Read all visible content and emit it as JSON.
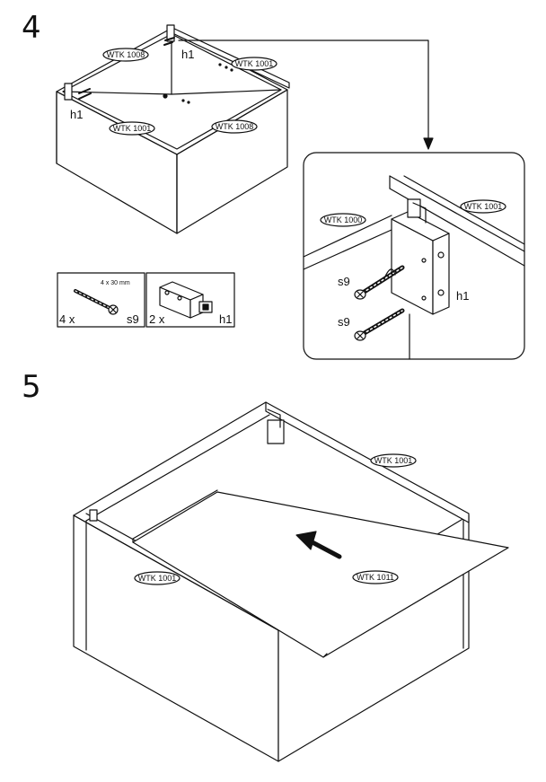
{
  "steps": [
    {
      "number": "4",
      "labels": {
        "wtk1008_back": "WTK 1008",
        "wtk1001_top": "WTK 1001",
        "wtk1001_front": "WTK 1001",
        "wtk1008_side": "WTK 1008",
        "h1_top": "h1",
        "h1_left": "h1"
      },
      "detail": {
        "wtk1000": "WTK 1000",
        "wtk1001": "WTK 1001",
        "s9_upper": "s9",
        "s9_lower": "s9",
        "h1": "h1"
      },
      "parts": [
        {
          "qty": "4 x",
          "code": "s9",
          "size": "4 x 30 mm",
          "kind": "screw"
        },
        {
          "qty": "2 x",
          "code": "h1",
          "kind": "hinge-bracket"
        }
      ]
    },
    {
      "number": "5",
      "labels": {
        "wtk1001_back": "WTK 1001",
        "wtk1001_front": "WTK 1001",
        "wtk1011": "WTK 1011"
      }
    }
  ],
  "colors": {
    "line": "#111111",
    "background": "#ffffff"
  }
}
